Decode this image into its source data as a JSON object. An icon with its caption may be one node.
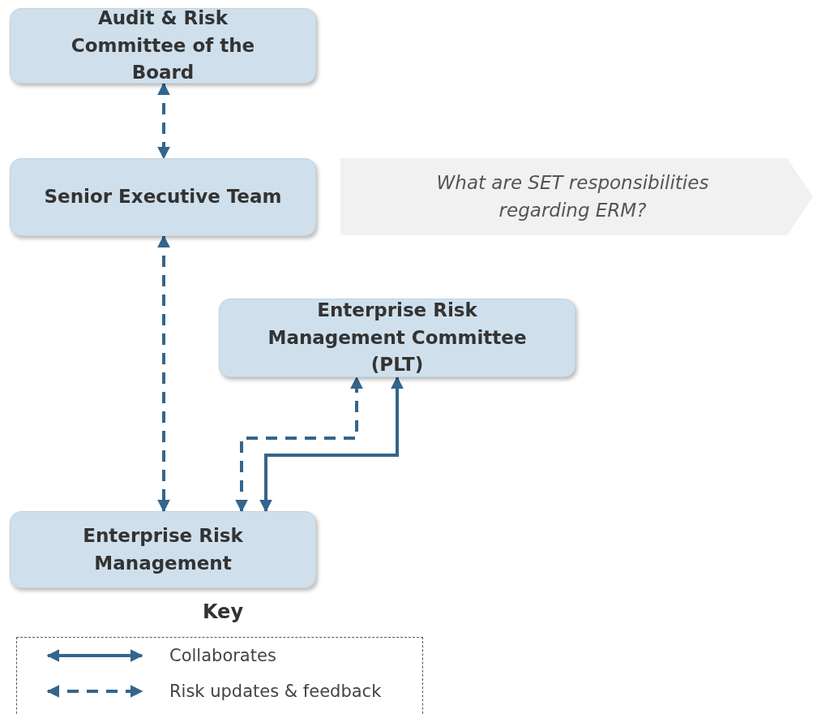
{
  "diagram": {
    "nodes": [
      {
        "text": [
          "Audit & Risk Committee of the Board"
        ]
      },
      {
        "text": [
          "Senior Executive Team"
        ]
      },
      {
        "text": [
          "What are SET responsibilities regarding ERM?"
        ]
      },
      {
        "text": [
          "Enterprise Risk Management Committee (PLT)"
        ]
      },
      {
        "text": [
          "Enterprise Risk Management"
        ]
      }
    ],
    "edges": [
      {
        "from": 0,
        "to": 1,
        "arrow": "both",
        "style": "dashed"
      },
      {
        "from": 1,
        "to": 4,
        "arrow": "both",
        "style": "dashed"
      },
      {
        "from": 4,
        "to": 3,
        "arrow": "both",
        "style": "dashed"
      },
      {
        "from": 4,
        "to": 3,
        "arrow": "both"
      }
    ],
    "labels": [
      "Key"
    ],
    "legend": [
      {
        "text": "Collaborates"
      },
      {
        "text": "Risk updates & feedback"
      }
    ]
  }
}
